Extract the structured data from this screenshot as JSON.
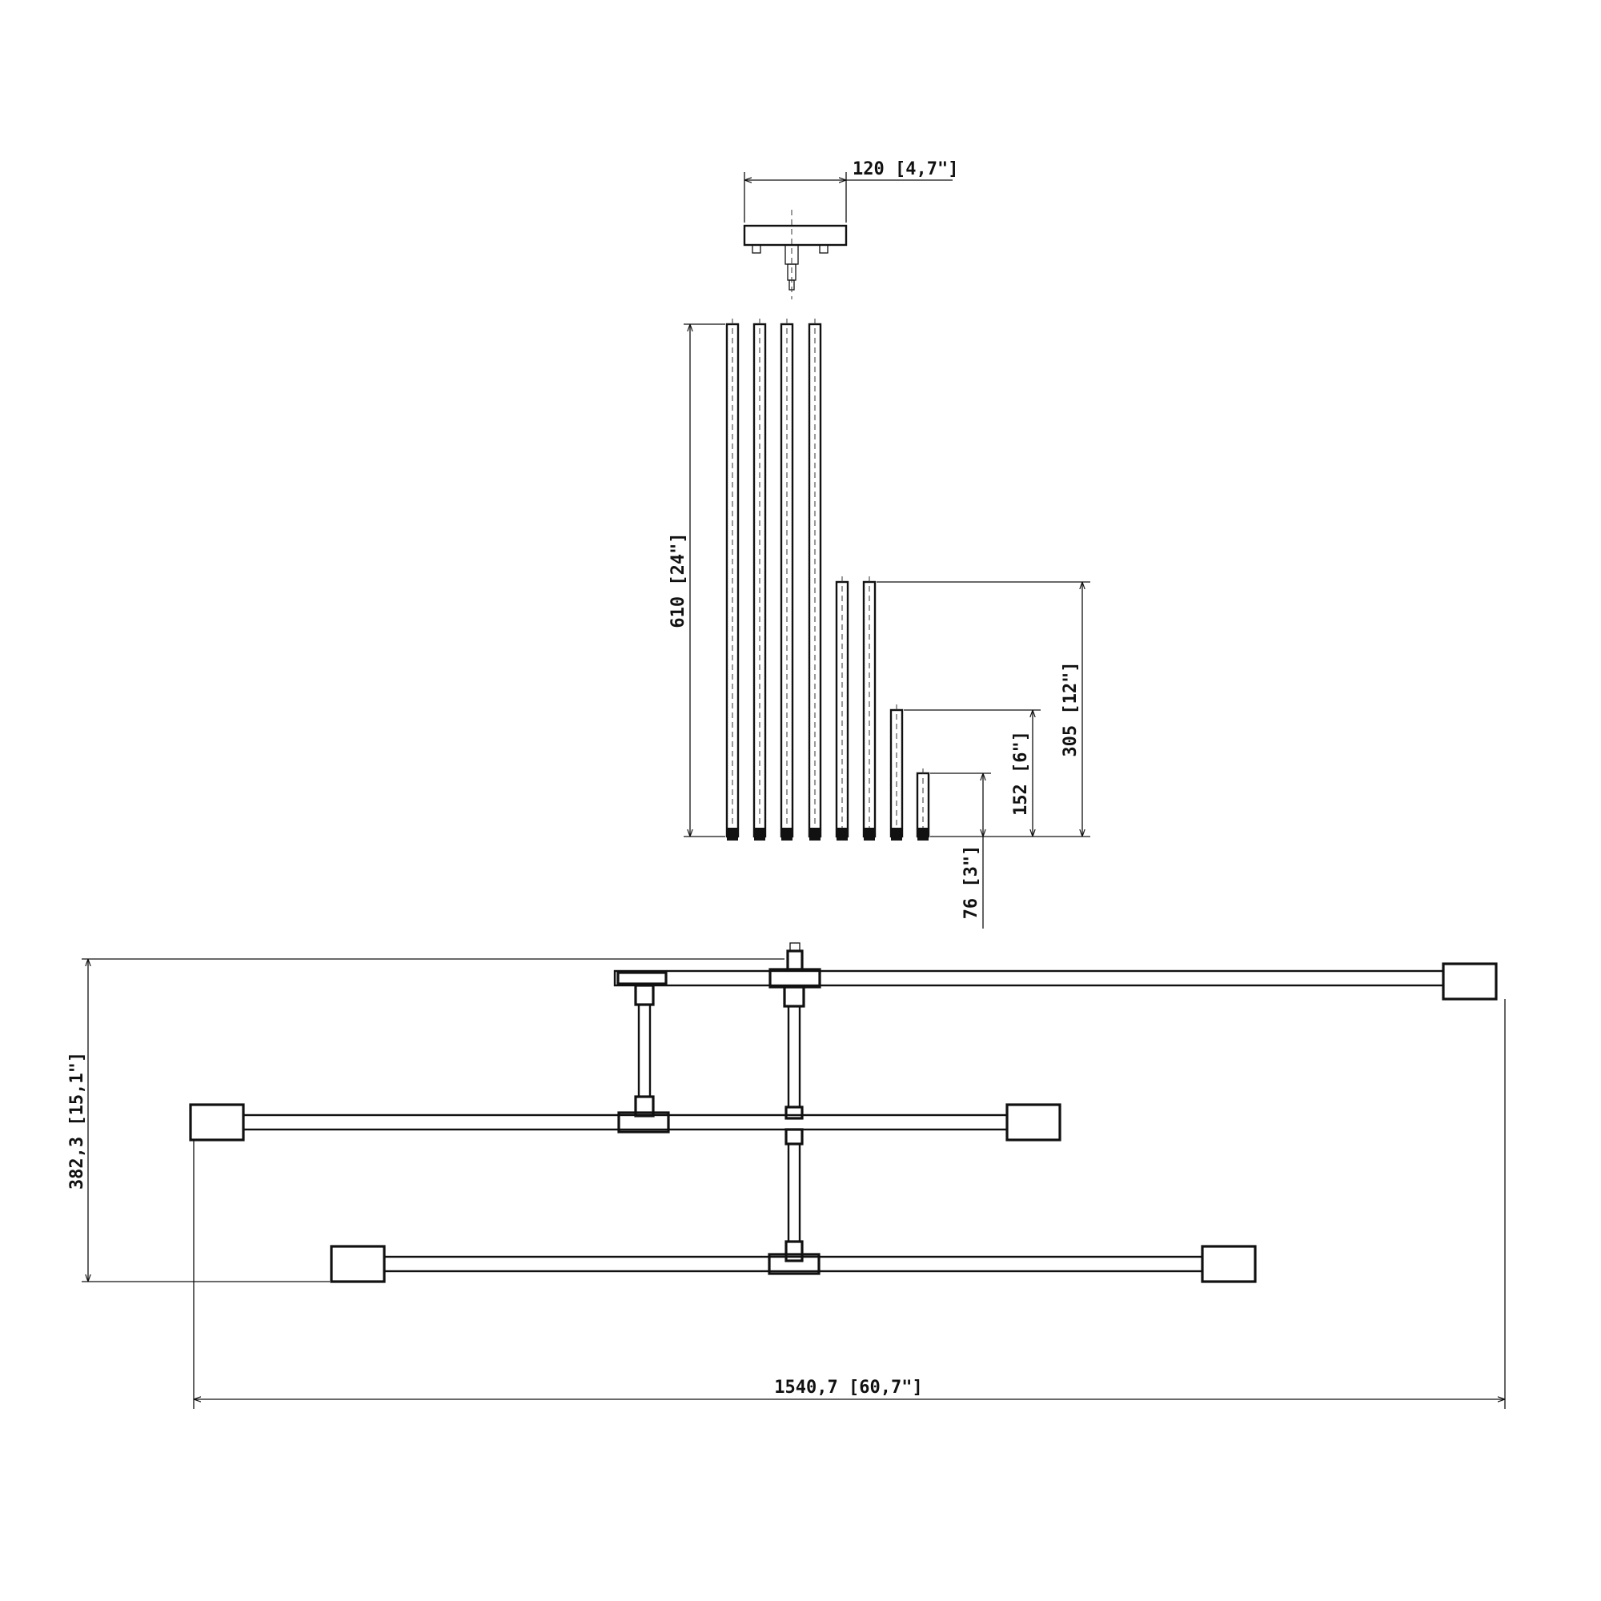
{
  "dimensions": {
    "canopy_width": "120 [4,7\"]",
    "rod_610": "610 [24\"]",
    "rod_305": "305 [12\"]",
    "rod_152": "152 [6\"]",
    "rod_76": "76 [3\"]",
    "total_height": "382,3 [15,1\"]",
    "total_width": "1540,7 [60,7\"]"
  },
  "colors": {
    "line": "#111111",
    "background": "#ffffff"
  }
}
